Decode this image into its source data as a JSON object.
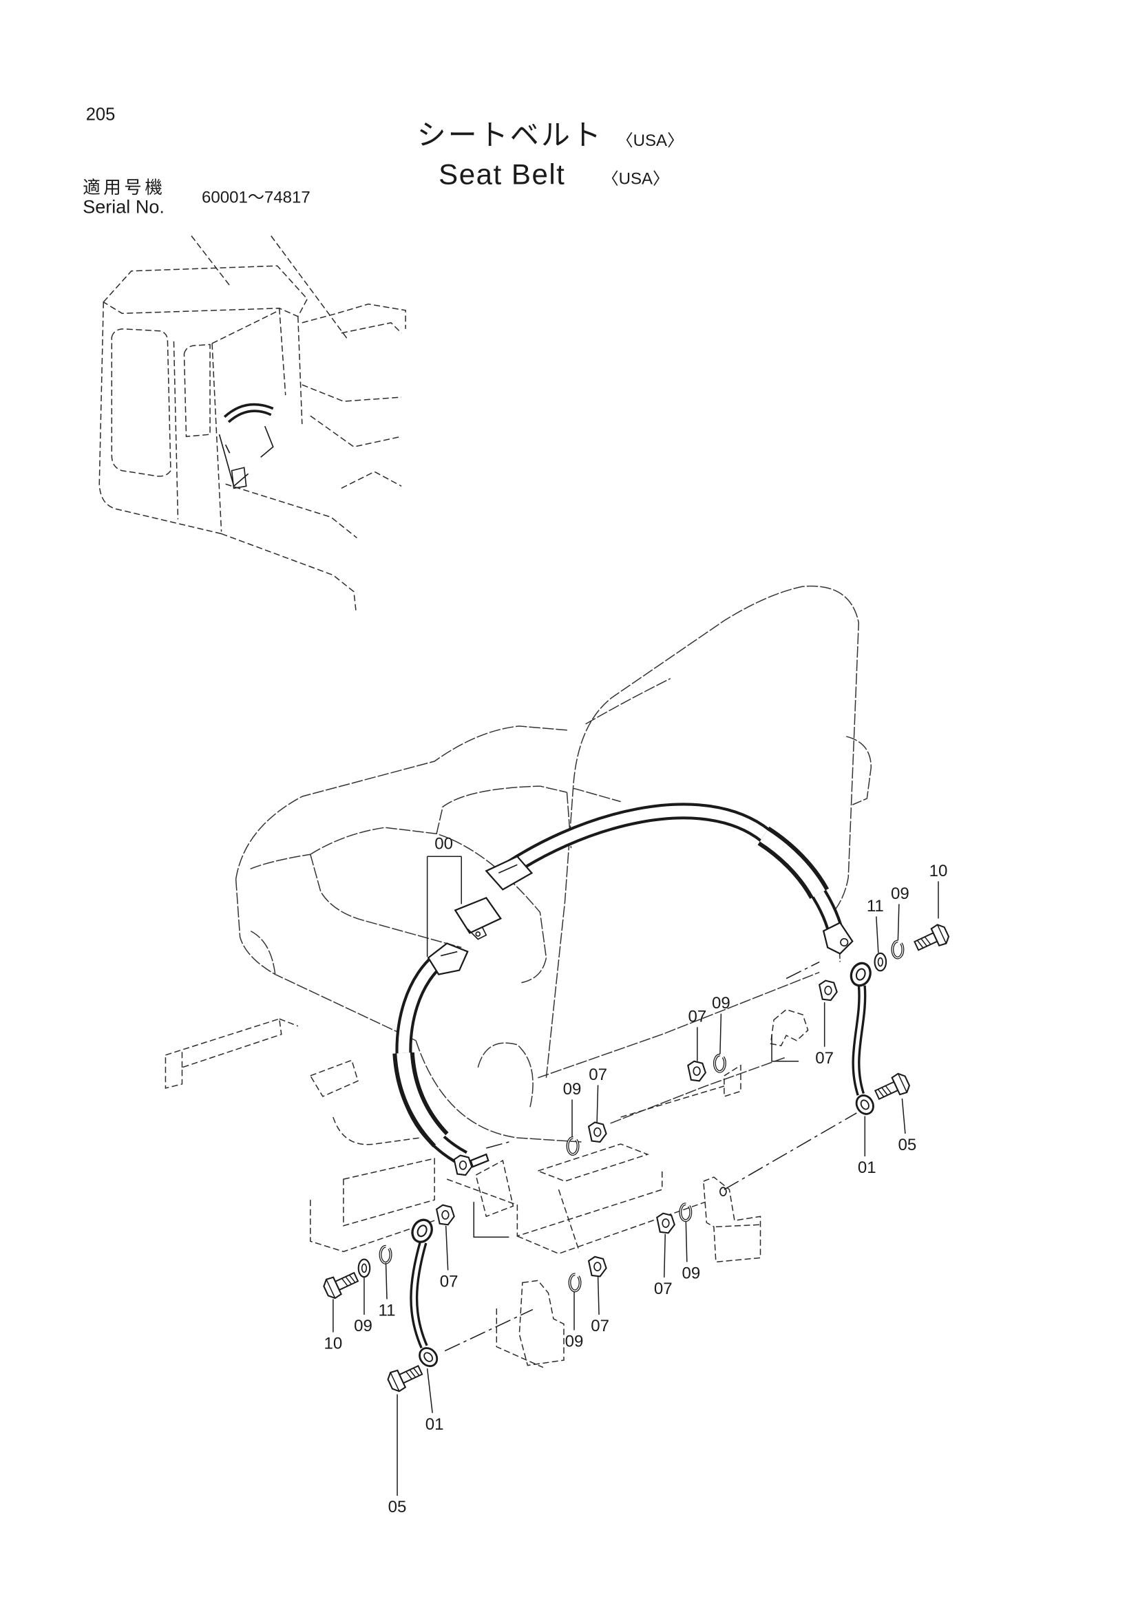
{
  "page_number": "205",
  "title": {
    "ja": "シートベルト",
    "en": "Seat Belt",
    "region": "〈USA〉"
  },
  "applicability": {
    "label_ja": "適用号機",
    "label_en": "Serial No.",
    "serial_range": "60001～74817"
  },
  "callouts": [
    "00",
    "10",
    "11",
    "09",
    "07",
    "09",
    "09",
    "07",
    "07",
    "05",
    "01",
    "07",
    "10",
    "09",
    "11",
    "07",
    "09",
    "09",
    "07",
    "01",
    "05"
  ]
}
